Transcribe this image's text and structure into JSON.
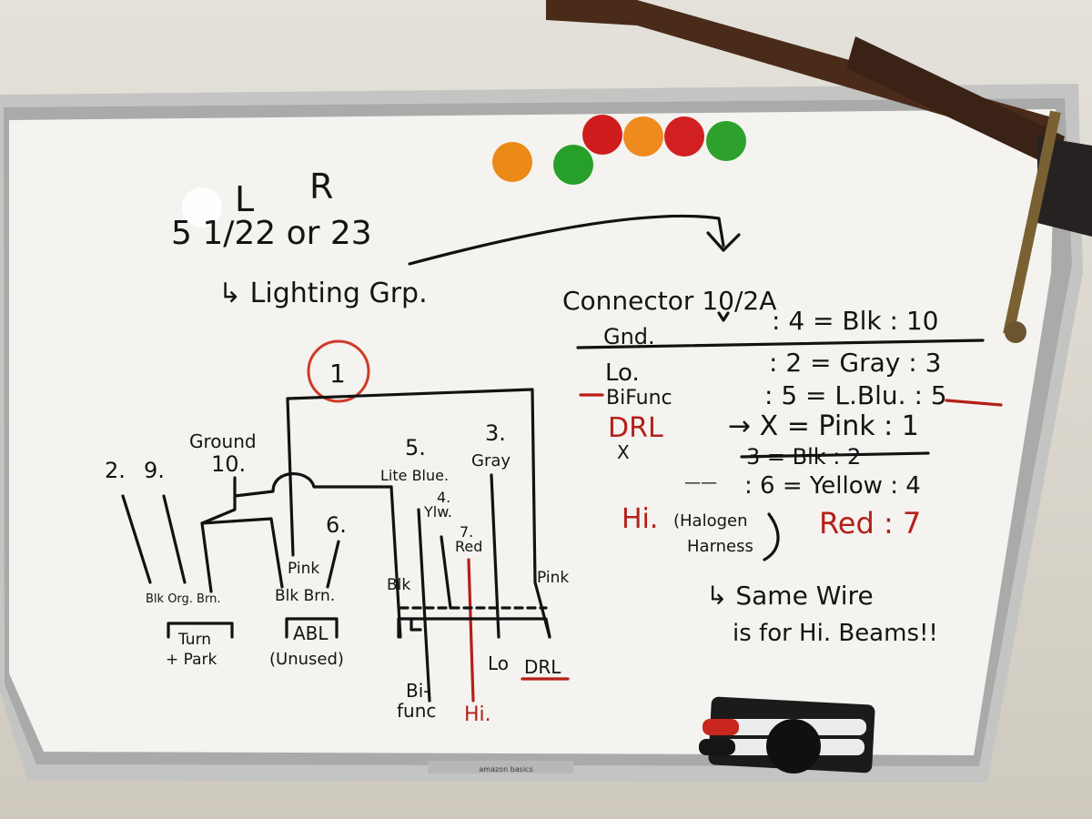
{
  "board": {
    "brand": "amazon basics",
    "colors": {
      "ink": "#121212",
      "red_ink": "#b32018",
      "board": "#f3f2ee",
      "frame": "#c9cac8"
    }
  },
  "header": {
    "L": "L",
    "R": "R",
    "code": "5 1/22 or 23",
    "lighting": "↳ Lighting Grp."
  },
  "diagram": {
    "circle_num": "1",
    "ground": "Ground",
    "pin_labels": [
      "2.",
      "9.",
      "10.",
      "5.",
      "3.",
      "6.",
      "4.",
      "7."
    ],
    "lite_blue": "Lite Blue.",
    "gray": "Gray",
    "ylw": "Ylw.",
    "red": "Red",
    "pink1": "Pink",
    "pink2": "Pink",
    "blk_org_brn": "Blk Org. Brn.",
    "blk_brn": "Blk Brn.",
    "blk3": "Blk",
    "turn": "Turn",
    "park": "+ Park",
    "abl": "ABL",
    "unused": "(Unused)",
    "bi": "Bi-",
    "func": "func",
    "hi": "Hi.",
    "lo": "Lo",
    "drl": "DRL"
  },
  "table": {
    "title": "Connector 10/2A",
    "rows": [
      {
        "label": "Gnd.",
        "value": ": 4  = Blk : 10",
        "red": false
      },
      {
        "label": "Lo.",
        "value": ": 2  = Gray : 3",
        "red": false
      },
      {
        "label": "BiFunc",
        "value": ": 5  = L.Blu. : 5",
        "red": false
      },
      {
        "label": "DRL",
        "value": "→  X = Pink : 1",
        "red": true
      },
      {
        "label": "X",
        "value": "3 = Blk : 2",
        "red": false
      },
      {
        "label": "——",
        "value": ": 6  = Yellow : 4",
        "red": false
      }
    ],
    "hi": "Hi.",
    "halogen": "(Halogen",
    "harness": "Harness",
    "red7": "Red : 7",
    "note1": "↳ Same Wire",
    "note2": "is for Hi. Beams!!"
  },
  "magnets": [
    {
      "name": "orange-magnet",
      "color": "#ec8a18"
    },
    {
      "name": "green-magnet",
      "color": "#27a02a"
    },
    {
      "name": "red-magnet",
      "color": "#cf1d1d"
    },
    {
      "name": "orange-magnet-2",
      "color": "#ef8a1f"
    },
    {
      "name": "red-magnet-2",
      "color": "#d21f22"
    },
    {
      "name": "green-magnet-2",
      "color": "#2ea12c"
    }
  ]
}
